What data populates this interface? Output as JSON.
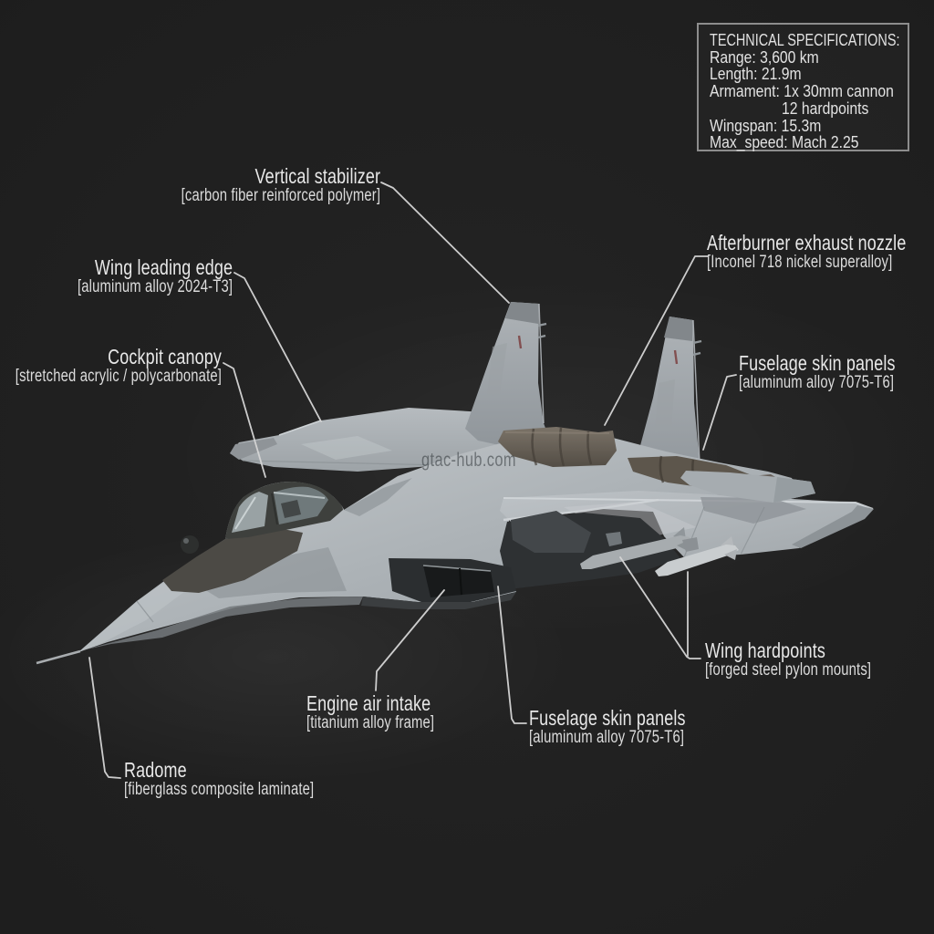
{
  "watermark": "gtac-hub.com",
  "specs": {
    "title": "TECHNICAL SPECIFICATIONS:",
    "lines": [
      "Range: 3,600 km",
      "Length: 21.9m",
      "Armament: 1x 30mm cannon",
      "12 hardpoints",
      "Wingspan: 15.3m",
      "Max_speed: Mach 2.25"
    ]
  },
  "labels": [
    {
      "id": "vertical-stabilizer",
      "title": "Vertical stabilizer",
      "subtitle": "[carbon fiber reinforced polymer]"
    },
    {
      "id": "wing-leading-edge",
      "title": "Wing leading edge",
      "subtitle": "[aluminum alloy 2024-T3]"
    },
    {
      "id": "cockpit-canopy",
      "title": "Cockpit canopy",
      "subtitle": "[stretched acrylic / polycarbonate]"
    },
    {
      "id": "afterburner-exhaust-nozzle",
      "title": "Afterburner exhaust nozzle",
      "subtitle": "[Inconel 718 nickel superalloy]"
    },
    {
      "id": "fuselage-skin-panels-right",
      "title": "Fuselage skin panels",
      "subtitle": "[aluminum alloy 7075-T6]"
    },
    {
      "id": "wing-hardpoints",
      "title": "Wing hardpoints",
      "subtitle": "[forged steel pylon mounts]"
    },
    {
      "id": "engine-air-intake",
      "title": "Engine air intake",
      "subtitle": "[titanium alloy frame]"
    },
    {
      "id": "fuselage-skin-panels-bottom",
      "title": "Fuselage skin panels",
      "subtitle": "[aluminum alloy 7075-T6]"
    },
    {
      "id": "radome",
      "title": "Radome",
      "subtitle": "[fiberglass composite laminate]"
    }
  ],
  "colors": {
    "background": "#1e1e1e",
    "label_text": "#e8e8e8",
    "leader_line": "#d6d6d6",
    "spec_border": "#8d8d8d",
    "airframe_light": "#b7bcc0",
    "airframe_shadow": "#8d9397",
    "canopy_dark": "#3e403d",
    "nacelle_brown": "#6e675d",
    "underside_dark": "#2b2e30"
  }
}
